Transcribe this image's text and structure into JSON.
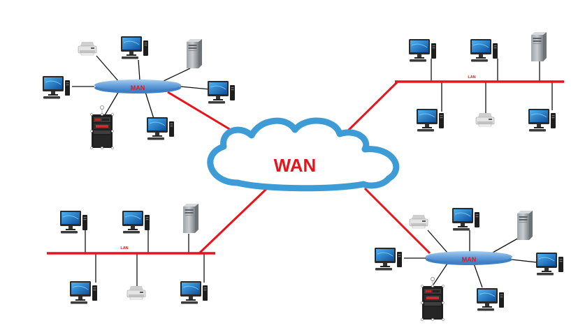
{
  "cloud": {
    "label": "WAN",
    "fill": "#ffffff",
    "stroke": "#3d9bd6"
  },
  "links_color": "#e8141b",
  "networks": {
    "top_left": {
      "label": "MAN",
      "type": "ring"
    },
    "top_right": {
      "label": "LAN",
      "type": "bus"
    },
    "bottom_left": {
      "label": "LAN",
      "type": "bus"
    },
    "bottom_right": {
      "label": "MAN",
      "type": "ring"
    }
  },
  "icons": {
    "computer": "desktop-computer-icon",
    "printer": "printer-icon",
    "server": "server-tower-icon",
    "rack": "rack-server-icon"
  }
}
